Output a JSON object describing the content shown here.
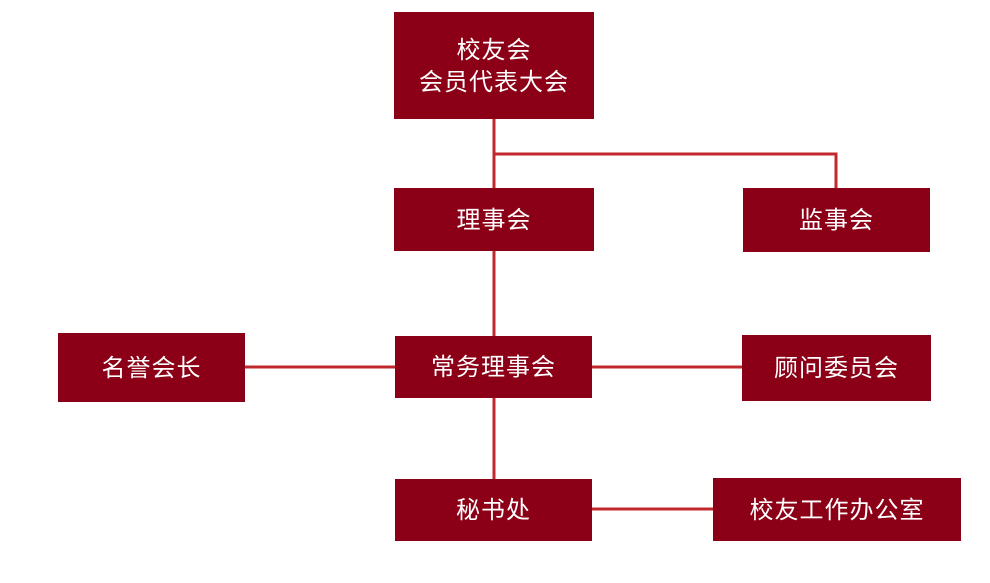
{
  "nodes": {
    "assembly_line1": "校友会",
    "assembly_line2": "会员代表大会",
    "council": "理事会",
    "supervisory": "监事会",
    "standing": "常务理事会",
    "honorary": "名誉会长",
    "advisory": "顾问委员会",
    "secretariat": "秘书处",
    "office": "校友工作办公室"
  },
  "colors": {
    "box_fill": "#8b0016",
    "box_text": "#ffffff",
    "connector": "#c0282e",
    "background": "#ffffff"
  }
}
